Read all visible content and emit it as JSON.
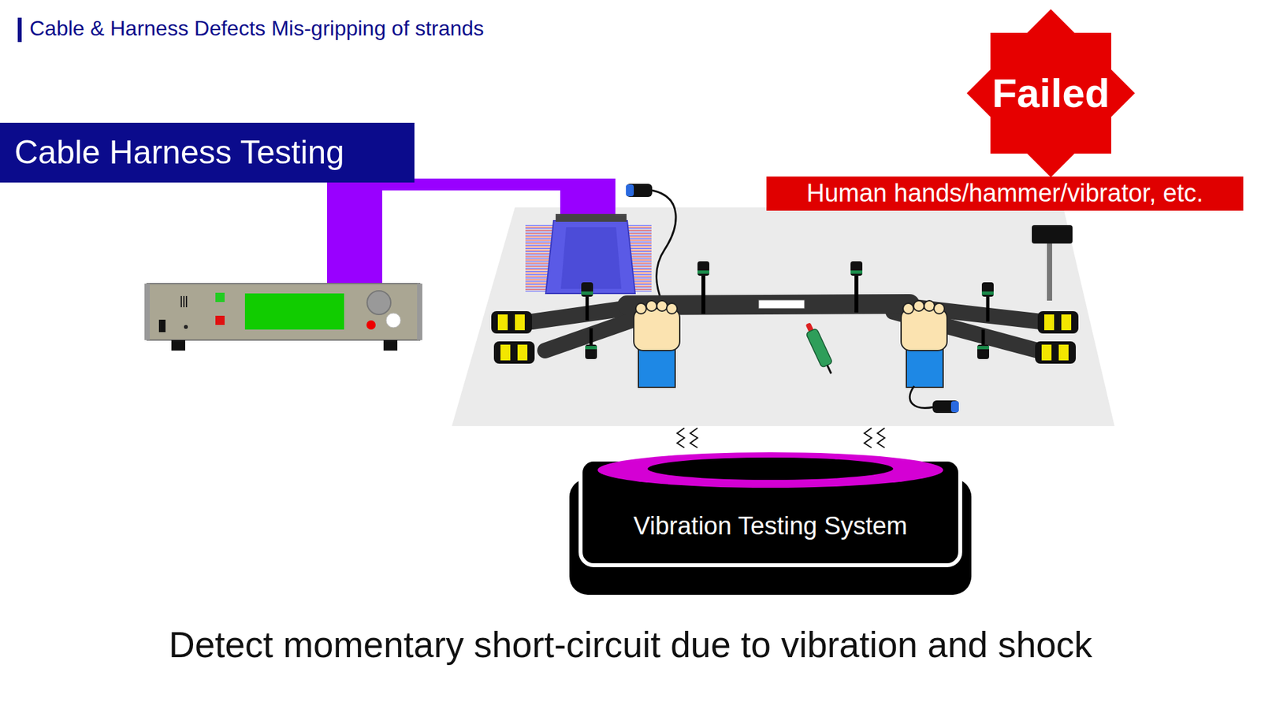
{
  "diagram": {
    "title": "Cable & Harness Defects Mis-gripping of strands",
    "caption": "Detect momentary short-circuit due to vibration and shock",
    "nodes": [
      {
        "text": [
          "Cable Harness Testing"
        ]
      },
      {
        "text": [
          "Failed"
        ]
      },
      {
        "text": [
          "Human hands/hammer/vibrator, etc."
        ]
      },
      {
        "text": [
          "Vibration Testing System"
        ]
      }
    ]
  }
}
